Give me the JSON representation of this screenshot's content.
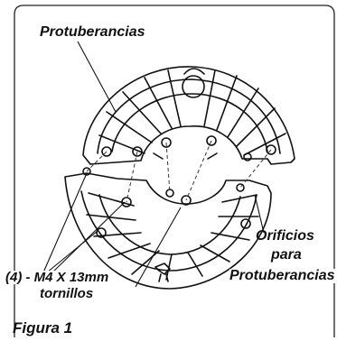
{
  "labels": {
    "protrusions": "Protuberancias",
    "holes_line1": "Orificios",
    "holes_line2": "para",
    "holes_line3": "Protuberancias",
    "screws_line1": "(4) - M4 X 13mm",
    "screws_line2": "tornillos",
    "figure": "Figura 1"
  },
  "colors": {
    "ink": "#111111",
    "background": "#ffffff"
  }
}
